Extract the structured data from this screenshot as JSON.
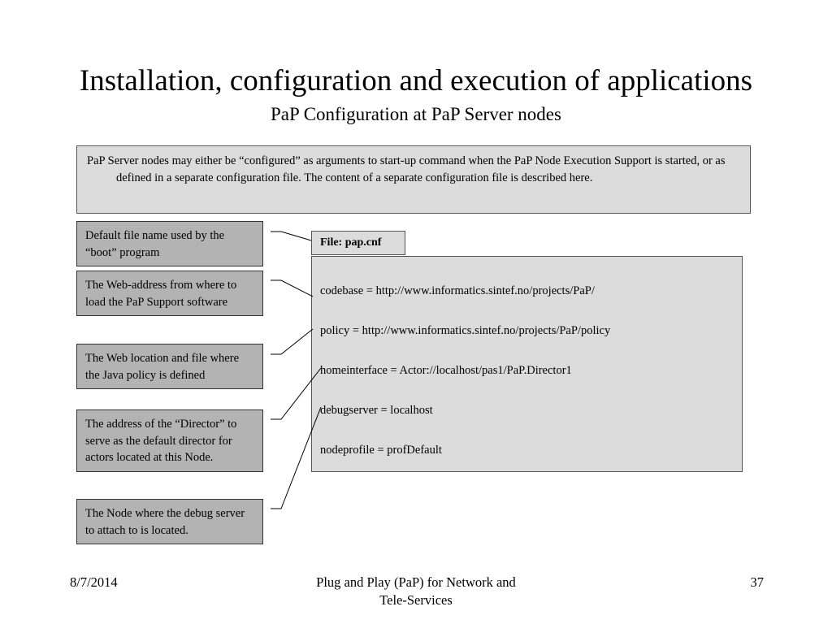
{
  "slide": {
    "title": "Installation, configuration and execution of applications",
    "subtitle": "PaP Configuration at PaP Server nodes"
  },
  "intro": {
    "text": "PaP Server nodes may either be “configured” as arguments to start-up command when the PaP Node Execution Support is started, or as defined in a separate configuration file. The content of a separate configuration file is described here."
  },
  "notes": [
    {
      "text": "Default file name used by the “boot” program"
    },
    {
      "text": "The Web-address from where to load the PaP Support software"
    },
    {
      "text": "The Web  location and file where the Java policy is defined"
    },
    {
      "text": "The address of the “Director” to serve as the default director for actors located at this Node."
    },
    {
      "text": "The Node where the debug server to attach to is located."
    }
  ],
  "file": {
    "label": "File: pap.cnf",
    "lines": [
      "codebase = http://www.informatics.sintef.no/projects/PaP/",
      "policy = http://www.informatics.sintef.no/projects/PaP/policy",
      "homeinterface = Actor://localhost/pas1/PaP.Director1",
      "debugserver = localhost",
      "nodeprofile = profDefault"
    ]
  },
  "footer": {
    "date": "8/7/2014",
    "center_line1": "Plug and Play (PaP) for Network and",
    "center_line2": "Tele-Services",
    "page": "37"
  }
}
